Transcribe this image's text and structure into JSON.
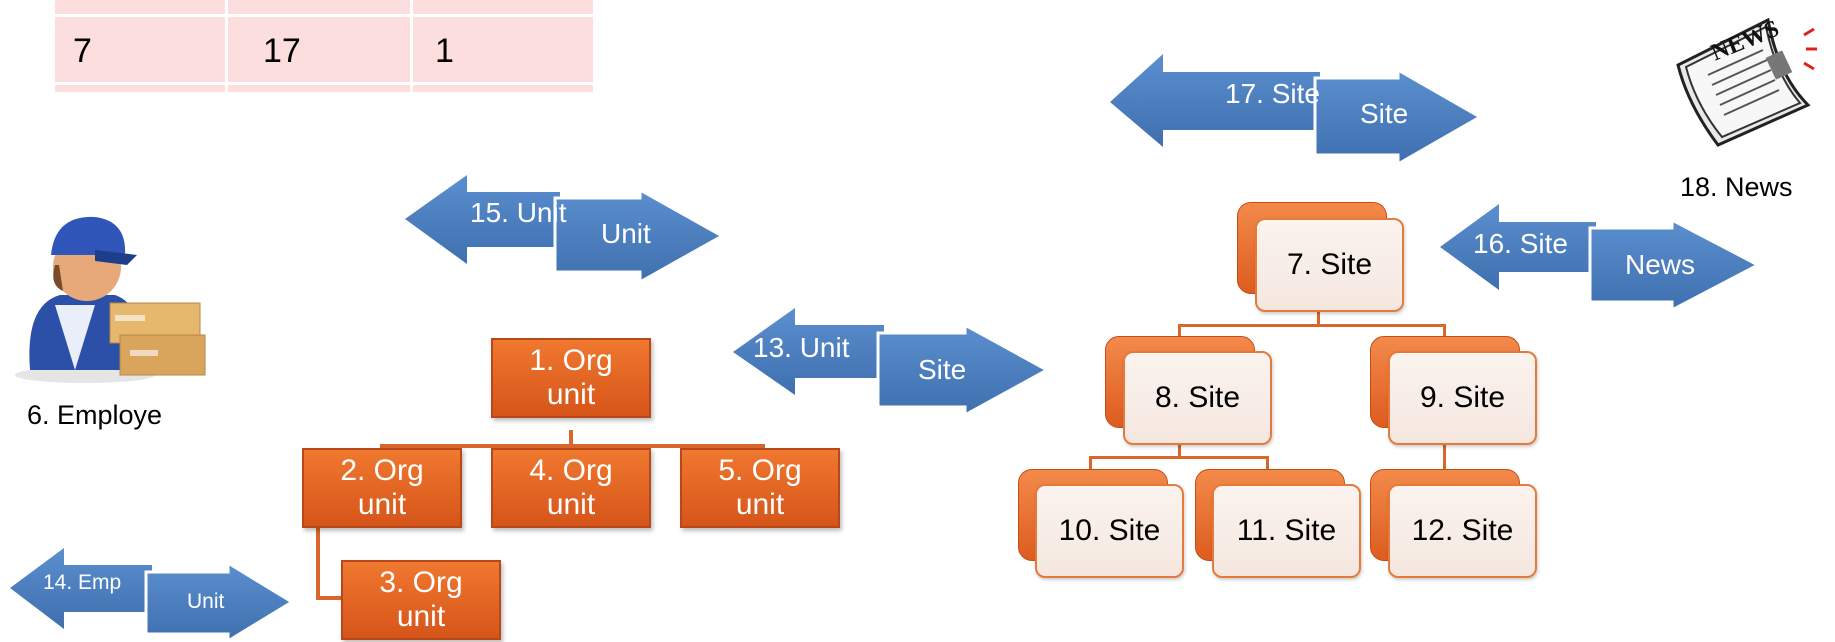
{
  "table": {
    "cells": [
      "7",
      "17",
      "1"
    ]
  },
  "employee": {
    "caption": "6. Employe"
  },
  "news": {
    "caption": "18. News",
    "logo_text": "NEWS"
  },
  "org_units": [
    {
      "label": "1. Org unit"
    },
    {
      "label": "2. Org unit"
    },
    {
      "label": "3. Org unit"
    },
    {
      "label": "4. Org unit"
    },
    {
      "label": "5. Org unit"
    }
  ],
  "sites": [
    {
      "label": "7. Site"
    },
    {
      "label": "8. Site"
    },
    {
      "label": "9. Site"
    },
    {
      "label": "10. Site"
    },
    {
      "label": "11. Site"
    },
    {
      "label": "12. Site"
    }
  ],
  "arrows": [
    {
      "from": "17. Site",
      "to": "Site"
    },
    {
      "from": "15. Unit",
      "to": "Unit"
    },
    {
      "from": "16. Site",
      "to": "News"
    },
    {
      "from": "13. Unit",
      "to": "Site"
    },
    {
      "from": "14. Emp",
      "to": "Unit"
    }
  ],
  "colors": {
    "arrow": "#4f81bd",
    "org": "#e46c24",
    "site_border": "#e47a3c",
    "table_fill": "#fbdedd"
  }
}
